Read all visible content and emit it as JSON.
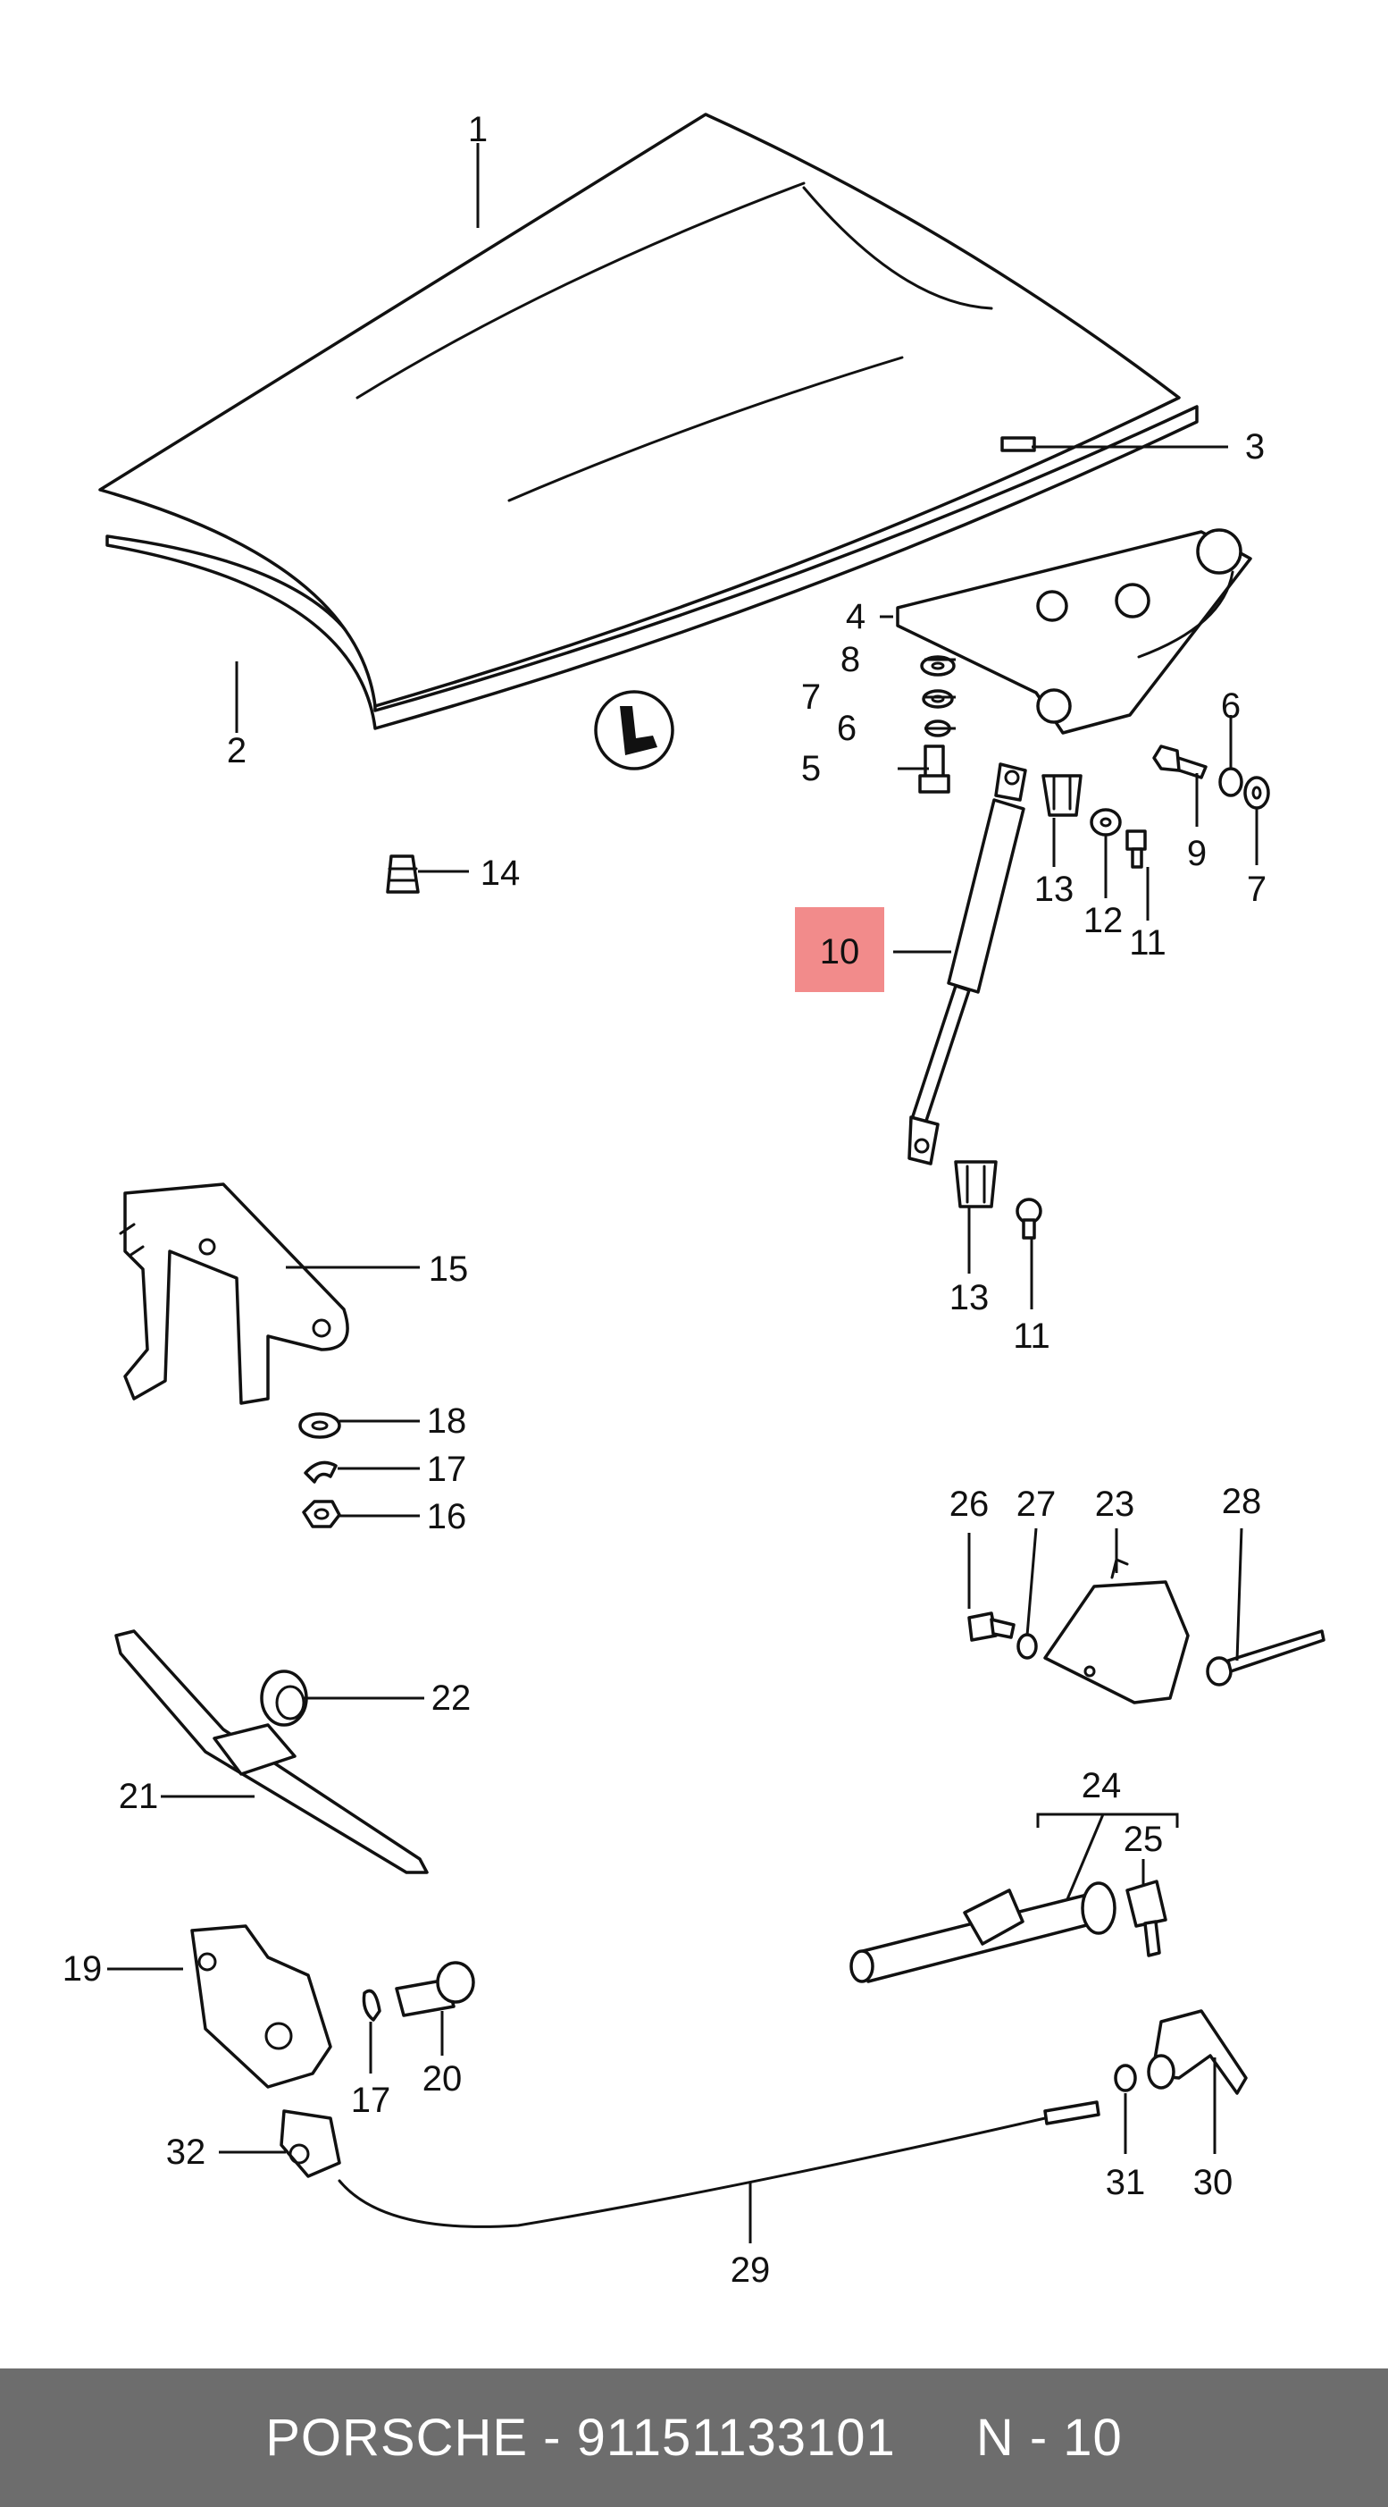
{
  "diagram": {
    "callouts": [
      {
        "id": "c1",
        "label": "1"
      },
      {
        "id": "c2",
        "label": "2"
      },
      {
        "id": "c3",
        "label": "3"
      },
      {
        "id": "c4",
        "label": "4"
      },
      {
        "id": "c5",
        "label": "5"
      },
      {
        "id": "c6a",
        "label": "6"
      },
      {
        "id": "c6b",
        "label": "6"
      },
      {
        "id": "c7a",
        "label": "7"
      },
      {
        "id": "c7b",
        "label": "7"
      },
      {
        "id": "c8",
        "label": "8"
      },
      {
        "id": "c9",
        "label": "9"
      },
      {
        "id": "c10",
        "label": "10",
        "highlight": true
      },
      {
        "id": "c11a",
        "label": "11"
      },
      {
        "id": "c11b",
        "label": "11"
      },
      {
        "id": "c12",
        "label": "12"
      },
      {
        "id": "c13a",
        "label": "13"
      },
      {
        "id": "c13b",
        "label": "13"
      },
      {
        "id": "c14",
        "label": "14"
      },
      {
        "id": "c15",
        "label": "15"
      },
      {
        "id": "c16",
        "label": "16"
      },
      {
        "id": "c17a",
        "label": "17"
      },
      {
        "id": "c17b",
        "label": "17"
      },
      {
        "id": "c18",
        "label": "18"
      },
      {
        "id": "c19",
        "label": "19"
      },
      {
        "id": "c20",
        "label": "20"
      },
      {
        "id": "c21",
        "label": "21"
      },
      {
        "id": "c22",
        "label": "22"
      },
      {
        "id": "c23",
        "label": "23"
      },
      {
        "id": "c24",
        "label": "24"
      },
      {
        "id": "c25",
        "label": "25"
      },
      {
        "id": "c26",
        "label": "26"
      },
      {
        "id": "c27",
        "label": "27"
      },
      {
        "id": "c28",
        "label": "28"
      },
      {
        "id": "c29",
        "label": "29"
      },
      {
        "id": "c30",
        "label": "30"
      },
      {
        "id": "c31",
        "label": "31"
      },
      {
        "id": "c32",
        "label": "32"
      }
    ],
    "highlight_color": "#f28b8b",
    "symbol_icon": "lubrication-symbol-icon"
  },
  "footer": {
    "brand_part": "PORSCHE - 91151133101",
    "page_ref": "N - 10"
  }
}
